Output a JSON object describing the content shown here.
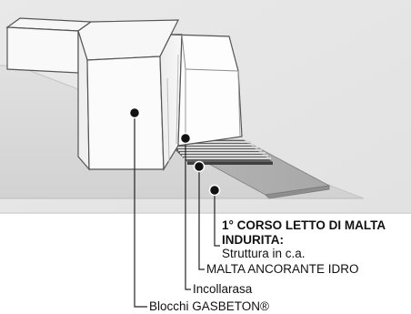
{
  "heading": {
    "line1": "1° CORSO LETTO DI MALTA",
    "line2": "INDURITA:"
  },
  "labels": [
    {
      "id": "struttura",
      "text": "Struttura in c.a."
    },
    {
      "id": "malta",
      "text": "MALTA ANCORANTE IDRO"
    },
    {
      "id": "incollarasa",
      "text": "Incollarasa"
    },
    {
      "id": "blocchi",
      "text": "Blocchi GASBETON®"
    }
  ]
}
